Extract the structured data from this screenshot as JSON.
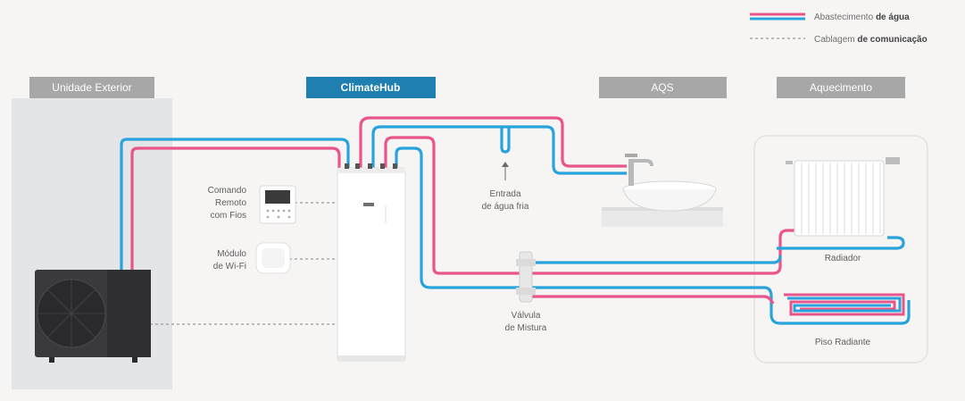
{
  "legend": {
    "water_supply": {
      "prefix": "Abastecimento ",
      "bold": "de água"
    },
    "comm_cabling": {
      "prefix": "Cablagem ",
      "bold": "de comunicação"
    }
  },
  "headers": {
    "outdoor": "Unidade Exterior",
    "climatehub": "ClimateHub",
    "dhw": "AQS",
    "heating": "Aquecimento"
  },
  "labels": {
    "remote_line1": "Comando",
    "remote_line2": "Remoto",
    "remote_line3": "com Fios",
    "wifi_line1": "Módulo",
    "wifi_line2": "de Wi-Fi",
    "cold_water_line1": "Entrada",
    "cold_water_line2": "de água fria",
    "valve_line1": "Válvula",
    "valve_line2": "de Mistura",
    "radiator": "Radiador",
    "floor_heating": "Piso Radiante"
  },
  "colors": {
    "header_gray": "#a7a7a7",
    "header_blue": "#1f7fb0",
    "pipe_blue": "#2aa3dc",
    "pipe_pink": "#e8558a",
    "dashed": "#9a9a9a"
  }
}
